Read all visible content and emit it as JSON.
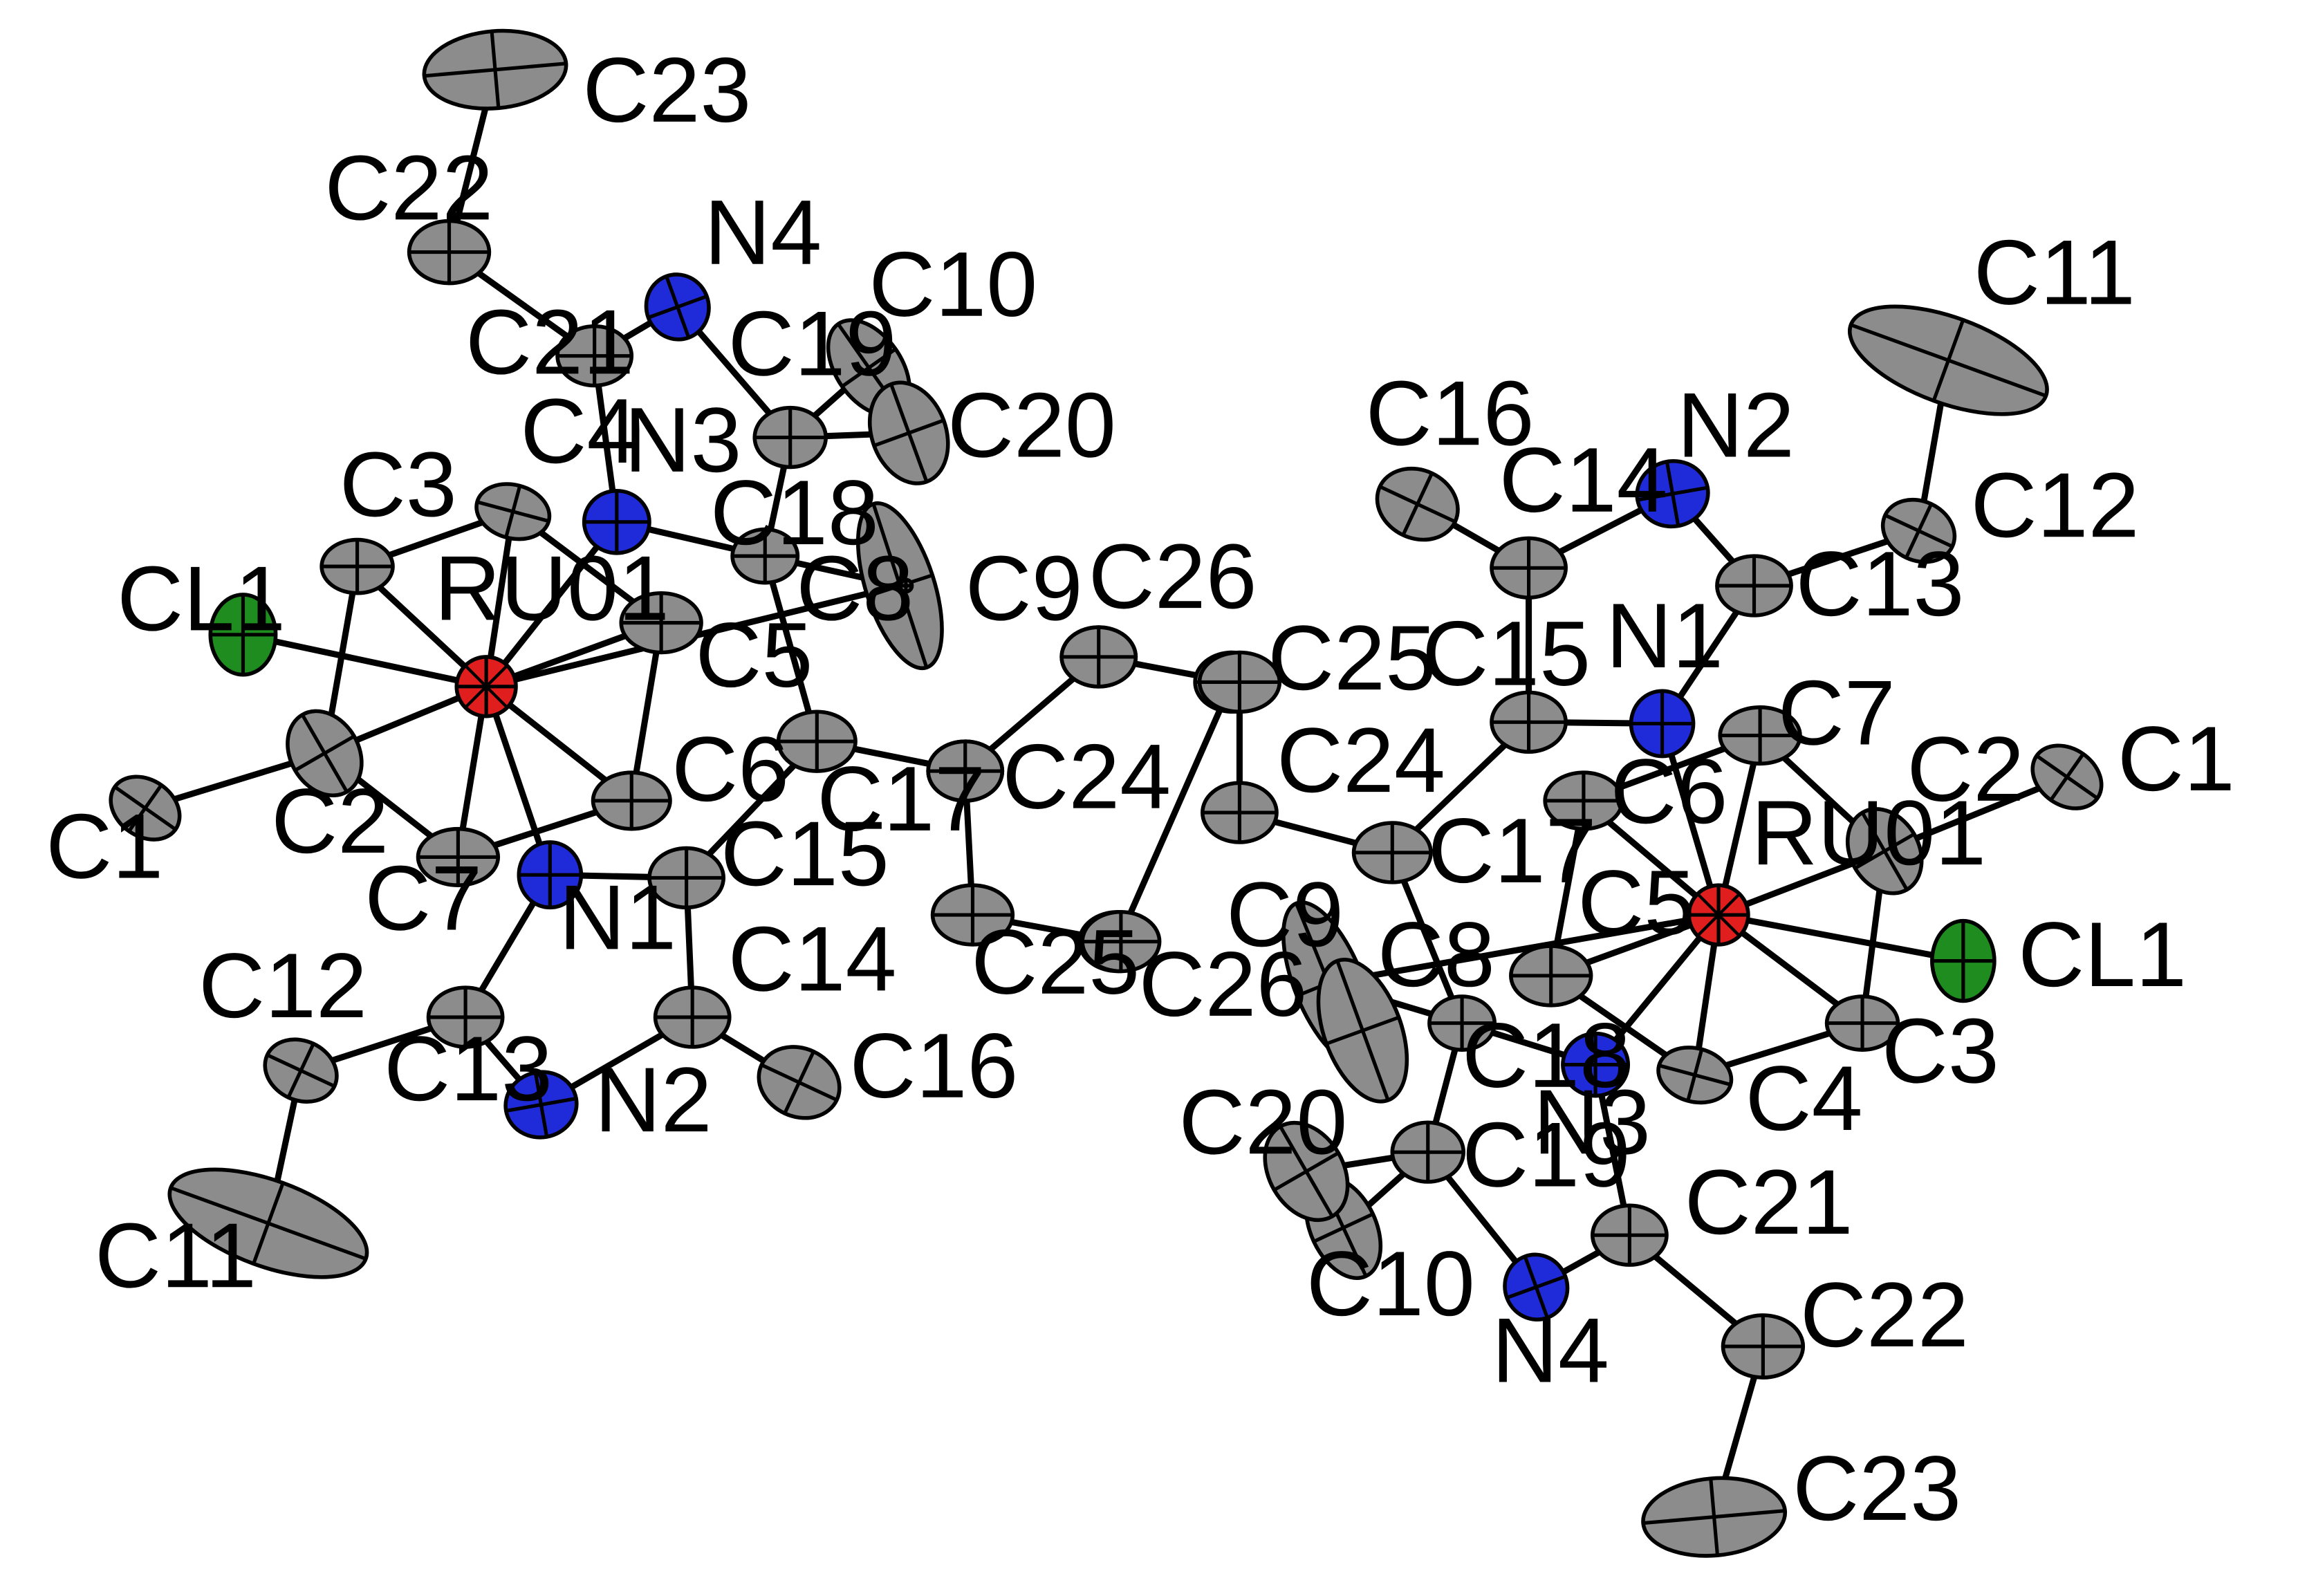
{
  "figure": {
    "type": "ORTEP thermal ellipsoid plot",
    "element_colors": {
      "C": "#8c8c8c",
      "N": "#1f2bd9",
      "Ru": "#e01e1e",
      "Cl": "#1f8c1f"
    },
    "bond_color": "#000000"
  },
  "molecule_left": {
    "atoms": [
      {
        "id": "RU01",
        "element": "Ru",
        "label": "RU01"
      },
      {
        "id": "CL1",
        "element": "Cl",
        "label": "CL1"
      },
      {
        "id": "C1",
        "element": "C",
        "label": "C1"
      },
      {
        "id": "C2",
        "element": "C",
        "label": "C2"
      },
      {
        "id": "C3",
        "element": "C",
        "label": "C3"
      },
      {
        "id": "C4",
        "element": "C",
        "label": "C4"
      },
      {
        "id": "C5",
        "element": "C",
        "label": "C5"
      },
      {
        "id": "C6",
        "element": "C",
        "label": "C6"
      },
      {
        "id": "C7",
        "element": "C",
        "label": "C7"
      },
      {
        "id": "C8",
        "element": "C",
        "label": "C8"
      },
      {
        "id": "C9",
        "element": "C",
        "label": "C9"
      },
      {
        "id": "C10",
        "element": "C",
        "label": "C10"
      },
      {
        "id": "C11",
        "element": "C",
        "label": "C11"
      },
      {
        "id": "C12",
        "element": "C",
        "label": "C12"
      },
      {
        "id": "C13",
        "element": "C",
        "label": "C13"
      },
      {
        "id": "C14",
        "element": "C",
        "label": "C14"
      },
      {
        "id": "C15",
        "element": "C",
        "label": "C15"
      },
      {
        "id": "C16",
        "element": "C",
        "label": "C16"
      },
      {
        "id": "C17",
        "element": "C",
        "label": "C17"
      },
      {
        "id": "C18",
        "element": "C",
        "label": "C18"
      },
      {
        "id": "C19",
        "element": "C",
        "label": "C19"
      },
      {
        "id": "C20",
        "element": "C",
        "label": "C20"
      },
      {
        "id": "C21",
        "element": "C",
        "label": "C21"
      },
      {
        "id": "C22",
        "element": "C",
        "label": "C22"
      },
      {
        "id": "C23",
        "element": "C",
        "label": "C23"
      },
      {
        "id": "C24",
        "element": "C",
        "label": "C24"
      },
      {
        "id": "C25",
        "element": "C",
        "label": "C25"
      },
      {
        "id": "C26",
        "element": "C",
        "label": "C26"
      },
      {
        "id": "N1",
        "element": "N",
        "label": "N1"
      },
      {
        "id": "N2",
        "element": "N",
        "label": "N2"
      },
      {
        "id": "N3",
        "element": "N",
        "label": "N3"
      },
      {
        "id": "N4",
        "element": "N",
        "label": "N4"
      }
    ]
  },
  "molecule_right": {
    "atoms": [
      {
        "id": "RU01",
        "element": "Ru",
        "label": "RU01"
      },
      {
        "id": "CL1",
        "element": "Cl",
        "label": "CL1"
      },
      {
        "id": "C1",
        "element": "C",
        "label": "C1"
      },
      {
        "id": "C2",
        "element": "C",
        "label": "C2"
      },
      {
        "id": "C3",
        "element": "C",
        "label": "C3"
      },
      {
        "id": "C4",
        "element": "C",
        "label": "C4"
      },
      {
        "id": "C5",
        "element": "C",
        "label": "C5"
      },
      {
        "id": "C6",
        "element": "C",
        "label": "C6"
      },
      {
        "id": "C7",
        "element": "C",
        "label": "C7"
      },
      {
        "id": "C8",
        "element": "C",
        "label": "C8"
      },
      {
        "id": "C9",
        "element": "C",
        "label": "C9"
      },
      {
        "id": "C10",
        "element": "C",
        "label": "C10"
      },
      {
        "id": "C11",
        "element": "C",
        "label": "C11"
      },
      {
        "id": "C12",
        "element": "C",
        "label": "C12"
      },
      {
        "id": "C13",
        "element": "C",
        "label": "C13"
      },
      {
        "id": "C14",
        "element": "C",
        "label": "C14"
      },
      {
        "id": "C15",
        "element": "C",
        "label": "C15"
      },
      {
        "id": "C16",
        "element": "C",
        "label": "C16"
      },
      {
        "id": "C17",
        "element": "C",
        "label": "C17"
      },
      {
        "id": "C18",
        "element": "C",
        "label": "C18"
      },
      {
        "id": "C19",
        "element": "C",
        "label": "C19"
      },
      {
        "id": "C20",
        "element": "C",
        "label": "C20"
      },
      {
        "id": "C21",
        "element": "C",
        "label": "C21"
      },
      {
        "id": "C22",
        "element": "C",
        "label": "C22"
      },
      {
        "id": "C23",
        "element": "C",
        "label": "C23"
      },
      {
        "id": "C24",
        "element": "C",
        "label": "C24"
      },
      {
        "id": "C25",
        "element": "C",
        "label": "C25"
      },
      {
        "id": "C26",
        "element": "C",
        "label": "C26"
      },
      {
        "id": "N1",
        "element": "N",
        "label": "N1"
      },
      {
        "id": "N2",
        "element": "N",
        "label": "N2"
      },
      {
        "id": "N3",
        "element": "N",
        "label": "N3"
      },
      {
        "id": "N4",
        "element": "N",
        "label": "N4"
      }
    ]
  }
}
